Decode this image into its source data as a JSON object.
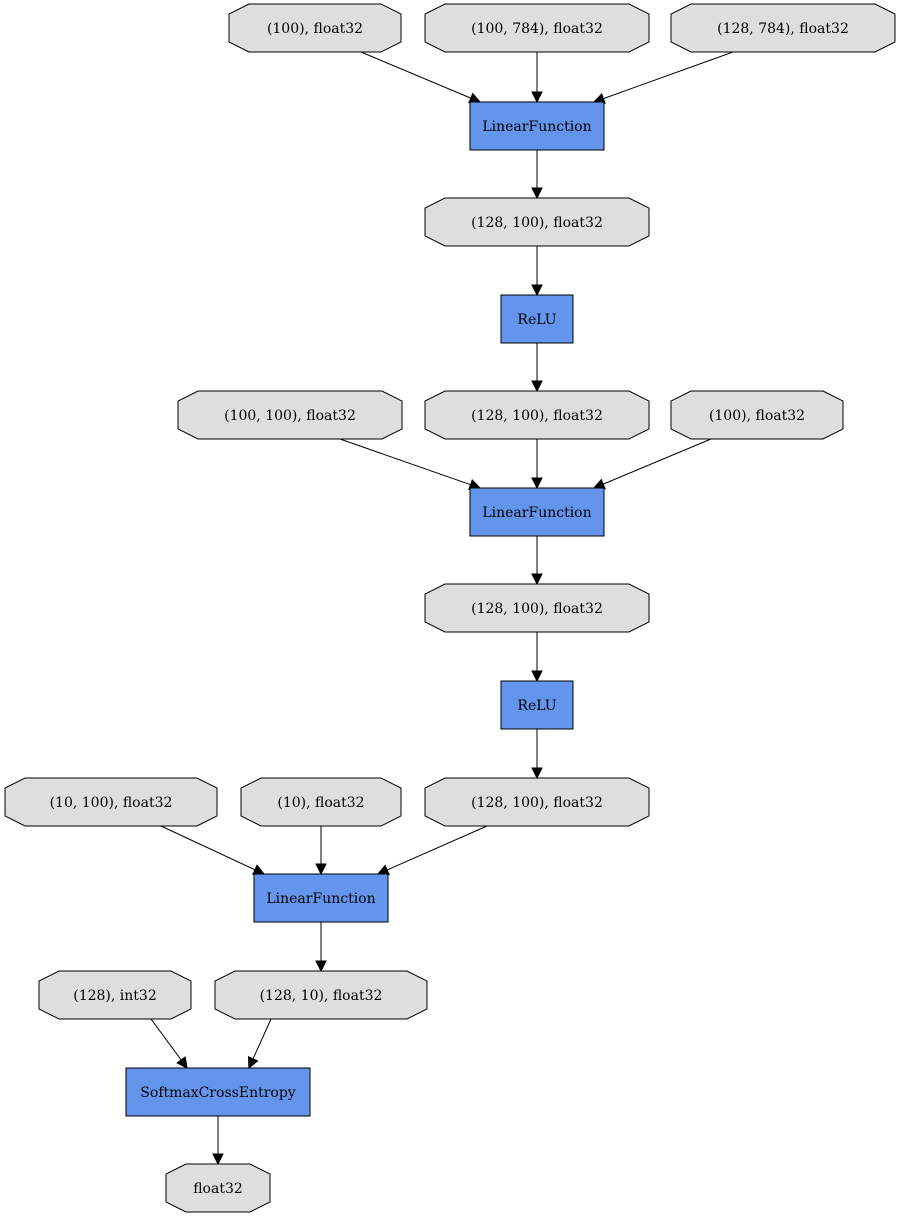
{
  "nodes": [
    {
      "id": "v1",
      "kind": "variable",
      "label": "(100), float32"
    },
    {
      "id": "v2",
      "kind": "variable",
      "label": "(100, 784), float32"
    },
    {
      "id": "v3",
      "kind": "variable",
      "label": "(128, 784), float32"
    },
    {
      "id": "f1",
      "kind": "function",
      "label": "LinearFunction"
    },
    {
      "id": "v4",
      "kind": "variable",
      "label": "(128, 100), float32"
    },
    {
      "id": "f2",
      "kind": "function",
      "label": "ReLU"
    },
    {
      "id": "v5",
      "kind": "variable",
      "label": "(100, 100), float32"
    },
    {
      "id": "v6",
      "kind": "variable",
      "label": "(128, 100), float32"
    },
    {
      "id": "v7",
      "kind": "variable",
      "label": "(100), float32"
    },
    {
      "id": "f3",
      "kind": "function",
      "label": "LinearFunction"
    },
    {
      "id": "v8",
      "kind": "variable",
      "label": "(128, 100), float32"
    },
    {
      "id": "f4",
      "kind": "function",
      "label": "ReLU"
    },
    {
      "id": "v9",
      "kind": "variable",
      "label": "(10, 100), float32"
    },
    {
      "id": "v10",
      "kind": "variable",
      "label": "(10), float32"
    },
    {
      "id": "v11",
      "kind": "variable",
      "label": "(128, 100), float32"
    },
    {
      "id": "f5",
      "kind": "function",
      "label": "LinearFunction"
    },
    {
      "id": "v12",
      "kind": "variable",
      "label": "(128), int32"
    },
    {
      "id": "v13",
      "kind": "variable",
      "label": "(128, 10), float32"
    },
    {
      "id": "f6",
      "kind": "function",
      "label": "SoftmaxCrossEntropy"
    },
    {
      "id": "v14",
      "kind": "variable",
      "label": "float32"
    }
  ],
  "edges": [
    {
      "from": "v1",
      "to": "f1"
    },
    {
      "from": "v2",
      "to": "f1"
    },
    {
      "from": "v3",
      "to": "f1"
    },
    {
      "from": "f1",
      "to": "v4"
    },
    {
      "from": "v4",
      "to": "f2"
    },
    {
      "from": "f2",
      "to": "v6"
    },
    {
      "from": "v5",
      "to": "f3"
    },
    {
      "from": "v6",
      "to": "f3"
    },
    {
      "from": "v7",
      "to": "f3"
    },
    {
      "from": "f3",
      "to": "v8"
    },
    {
      "from": "v8",
      "to": "f4"
    },
    {
      "from": "f4",
      "to": "v11"
    },
    {
      "from": "v9",
      "to": "f5"
    },
    {
      "from": "v10",
      "to": "f5"
    },
    {
      "from": "v11",
      "to": "f5"
    },
    {
      "from": "f5",
      "to": "v13"
    },
    {
      "from": "v12",
      "to": "f6"
    },
    {
      "from": "v13",
      "to": "f6"
    },
    {
      "from": "f6",
      "to": "v14"
    }
  ],
  "colors": {
    "variable_fill": "#dedede",
    "function_fill": "#6495ed",
    "stroke": "#000000"
  }
}
